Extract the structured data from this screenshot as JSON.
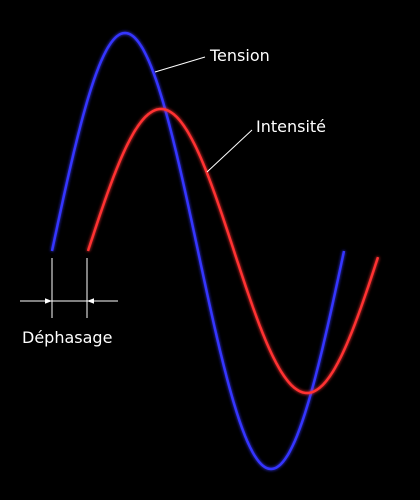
{
  "labels": {
    "voltage": "Tension",
    "current": "Intensité",
    "phase_shift": "Déphasage"
  },
  "colors": {
    "background": "#000000",
    "voltage": "#3535ff",
    "current": "#ff3030",
    "baseline": "#d8d8d8",
    "annotation": "#ffffff"
  }
}
